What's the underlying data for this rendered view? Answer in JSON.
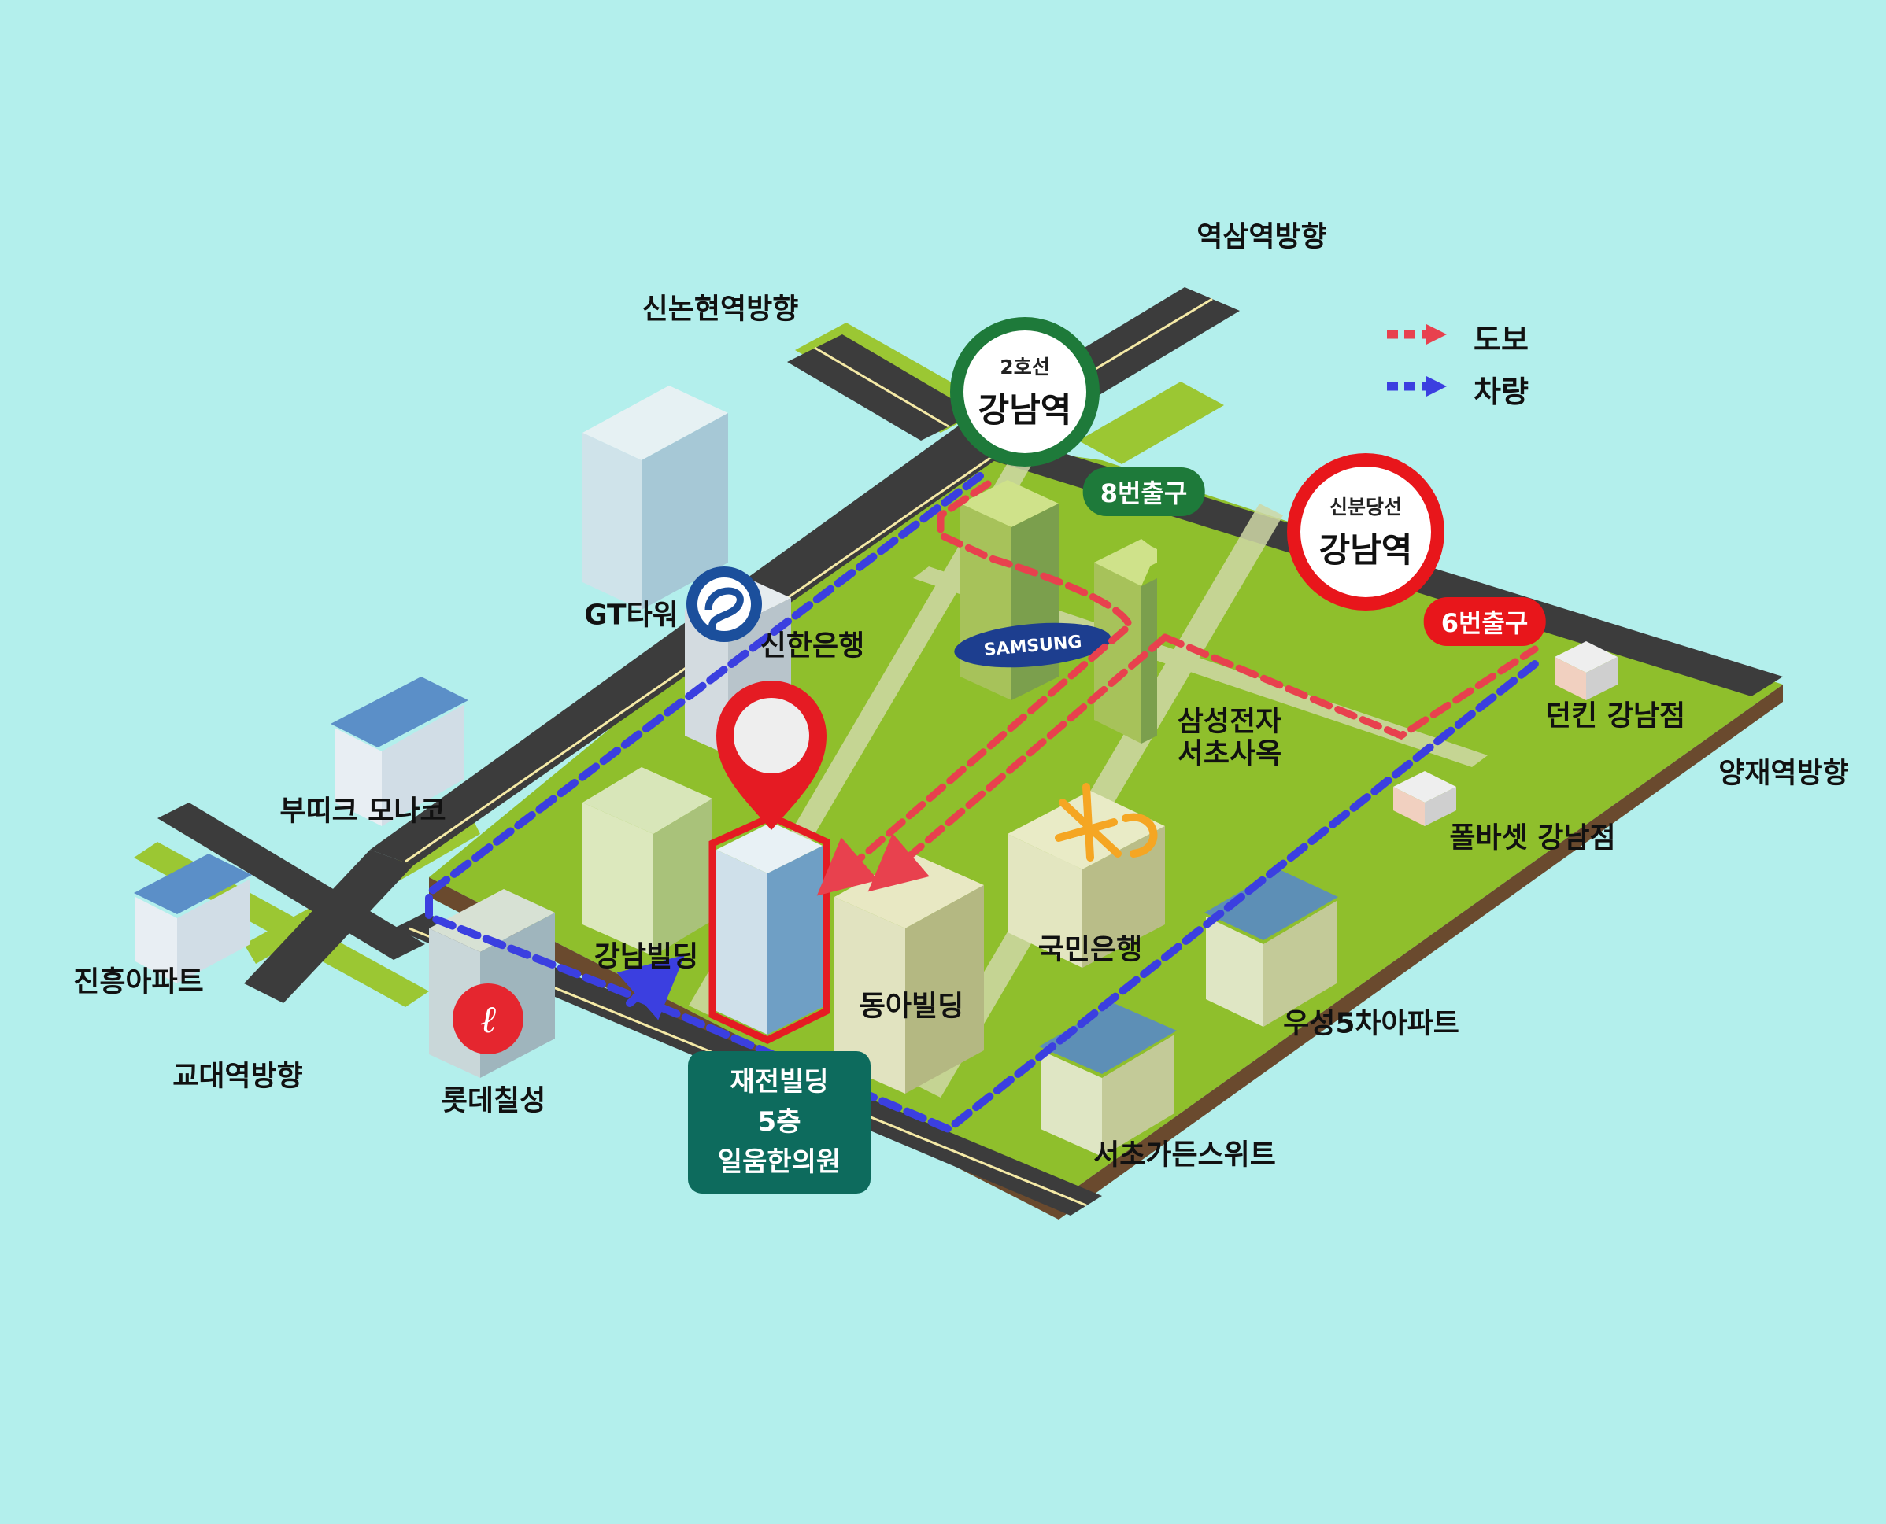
{
  "directions": {
    "yeoksam": "역삼역방향",
    "sinnonhyeon": "신논현역방향",
    "yangjae": "양재역방향",
    "gyodae": "교대역방향"
  },
  "stations": {
    "line2": {
      "line": "2호선",
      "name": "강남역",
      "exit": "8번출구",
      "color": "#1e7a3a"
    },
    "sinbundang": {
      "line": "신분당선",
      "name": "강남역",
      "exit": "6번출구",
      "color": "#e8161b"
    }
  },
  "legend": {
    "walk": {
      "label": "도보",
      "color": "#e8414e"
    },
    "car": {
      "label": "차량",
      "color": "#3b3fe0"
    }
  },
  "landmarks": {
    "gt_tower": "GT타워",
    "shinhan": "신한은행",
    "samsung": "삼성전자\n서초사옥",
    "samsung_logo": "SAMSUNG",
    "dunkin": "던킨 강남점",
    "paul_bassett": "폴바셋 강남점",
    "boutique": "부띠크 모나코",
    "jinheung": "진흥아파트",
    "gangnam_bldg": "강남빌딩",
    "lotte": "롯데칠성",
    "donga": "동아빌딩",
    "kookmin": "국민은행",
    "woosung": "우성5차아파트",
    "seocho_garden": "서초가든스위트"
  },
  "destination": {
    "building": "재전빌딩",
    "floor": "5층",
    "clinic": "일움한의원"
  },
  "colors": {
    "background": "#b3efec",
    "grass": "#8fbf2c",
    "road": "#3c3c3c",
    "marker": "#e51b23",
    "destination_box": "#0d6b5d"
  }
}
